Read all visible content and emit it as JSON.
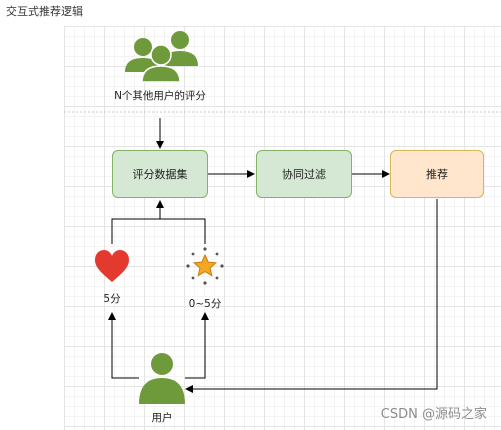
{
  "page_title": "交互式推荐逻辑",
  "nodes": {
    "other_users_label": "N个其他用户的评分",
    "ratings_dataset": "评分数据集",
    "collaborative_filtering": "协同过滤",
    "recommend": "推荐",
    "like_label": "5分",
    "star_label": "0~5分",
    "user_label": "用户"
  },
  "icons": {
    "group": "users-group-icon",
    "heart": "heart-icon",
    "star": "star-icon",
    "user": "user-icon"
  },
  "colors": {
    "user_icon": "#6f9a3c",
    "heart": "#e23a2e",
    "star": "#f5a623",
    "green_fill": "#d5e8d4",
    "green_stroke": "#82b366",
    "orange_fill": "#ffe6cc",
    "orange_stroke": "#d6b656"
  },
  "watermark": "CSDN @源码之家"
}
